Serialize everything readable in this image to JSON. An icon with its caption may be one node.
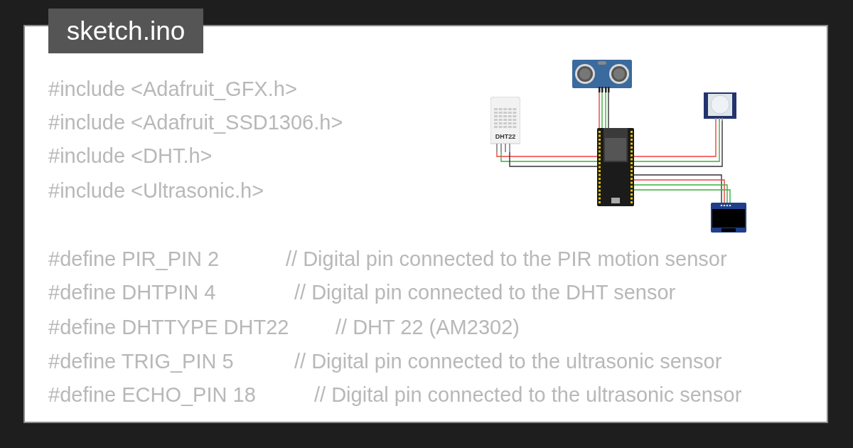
{
  "diagram": {
    "title": "sketch.ino",
    "nodes": [
      {
        "text": [],
        "shape": "picture"
      },
      {
        "text": [
          "DHT22"
        ]
      },
      {
        "text": [],
        "shape": "picture"
      },
      {
        "text": [],
        "shape": "picture"
      },
      {
        "text": [],
        "shape": "picture"
      }
    ],
    "edges": [
      {
        "from": 0,
        "to": 3,
        "arrow": "none",
        "color": "#f04040"
      },
      {
        "from": 0,
        "to": 3,
        "arrow": "none",
        "color": "#3fae3f"
      },
      {
        "from": 0,
        "to": 3,
        "arrow": "none",
        "color": "#3fae3f"
      },
      {
        "from": 0,
        "to": 3,
        "arrow": "none",
        "color": "#333333"
      },
      {
        "from": 1,
        "to": 3,
        "arrow": "none",
        "color": "#f04040"
      },
      {
        "from": 1,
        "to": 3,
        "arrow": "none",
        "color": "#3fae3f"
      },
      {
        "from": 1,
        "to": 3,
        "arrow": "none",
        "color": "#333333"
      },
      {
        "from": 2,
        "to": 3,
        "arrow": "none",
        "color": "#f04040"
      },
      {
        "from": 2,
        "to": 3,
        "arrow": "none",
        "color": "#3fae3f"
      },
      {
        "from": 2,
        "to": 3,
        "arrow": "none",
        "color": "#333333"
      },
      {
        "from": 3,
        "to": 4,
        "arrow": "none",
        "color": "#333333"
      },
      {
        "from": 3,
        "to": 4,
        "arrow": "none",
        "color": "#f04040"
      },
      {
        "from": 3,
        "to": 4,
        "arrow": "none",
        "color": "#3fae3f"
      },
      {
        "from": 3,
        "to": 4,
        "arrow": "none",
        "color": "#3fae3f"
      }
    ],
    "labels": [
      "#include <Adafruit_GFX.h>",
      "#include <Adafruit_SSD1306.h>",
      "#include <DHT.h>",
      "#include <Ultrasonic.h>",
      "#define PIR_PIN 2",
      "// Digital pin connected to the PIR motion sensor",
      "#define DHTPIN 4",
      "// Digital pin connected to the DHT sensor",
      "#define DHTTYPE DHT22",
      "// DHT 22 (AM2302)",
      "#define TRIG_PIN 5",
      "// Digital pin connected to the ultrasonic sensor",
      "#define ECHO_PIN 18",
      "// Digital pin connected to the ultrasonic sensor"
    ]
  }
}
